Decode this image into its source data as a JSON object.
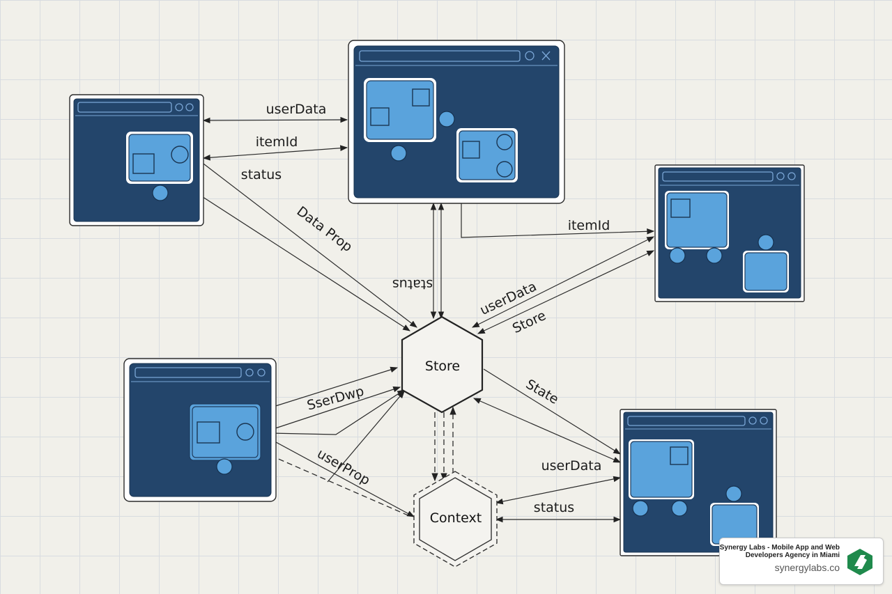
{
  "diagram": {
    "nodes": {
      "store": "Store",
      "context": "Context"
    },
    "edge_labels": {
      "top_user_data": "userData",
      "top_item_id": "itemId",
      "left_status": "status",
      "data_prop": "Data Prop",
      "vertical_status": "status",
      "right_item_id": "itemId",
      "right_user_data": "userData",
      "right_store": "Store",
      "ll_label": "SserDwp",
      "user_prop": "userProp",
      "state": "State",
      "br_user_data": "userData",
      "br_status": "status"
    }
  },
  "brand": {
    "title": "Synergy Labs - Mobile App and Web Developers Agency in Miami",
    "url": "synergylabs.co",
    "logo_color": "#1f8a4c"
  }
}
